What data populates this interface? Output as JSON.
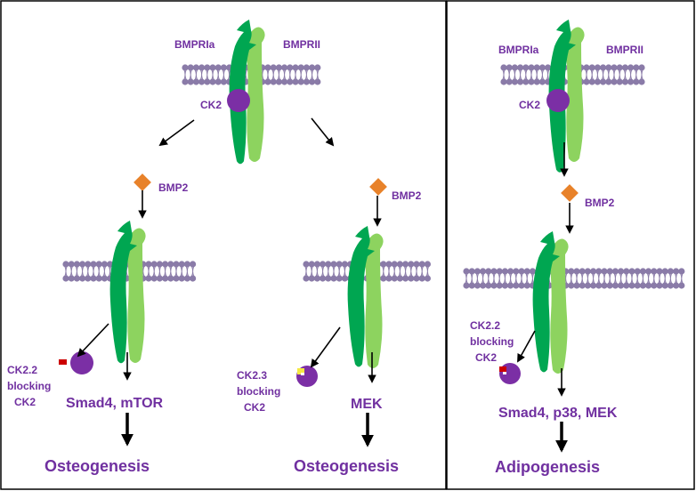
{
  "colors": {
    "text": "#7030A0",
    "receptor_dark": "#00A651",
    "receptor_light": "#8DD35F",
    "membrane": "#8A7BA8",
    "ck2": "#7B2FA5",
    "bmp2": "#E8822A",
    "arrow": "#000000",
    "border": "#000000"
  },
  "labels": {
    "bmpr1a": "BMPRIa",
    "bmpr2": "BMPRII",
    "ck2": "CK2",
    "bmp2": "BMP2",
    "ck22_line1": "CK2.2",
    "ck23_line1": "CK2.3",
    "blocking": "blocking",
    "ck2_line3": "CK2",
    "smad4_mtor": "Smad4, mTOR",
    "mek": "MEK",
    "smad4_p38_mek": "Smad4, p38, MEK",
    "osteogenesis": "Osteogenesis",
    "adipogenesis": "Adipogenesis"
  },
  "icons": {
    "receptor": "receptor-icon",
    "membrane": "membrane-bilayer-icon",
    "ck2": "ck2-protein-icon",
    "bmp2": "bmp2-ligand-icon",
    "peptide": "peptide-inhibitor-icon"
  }
}
